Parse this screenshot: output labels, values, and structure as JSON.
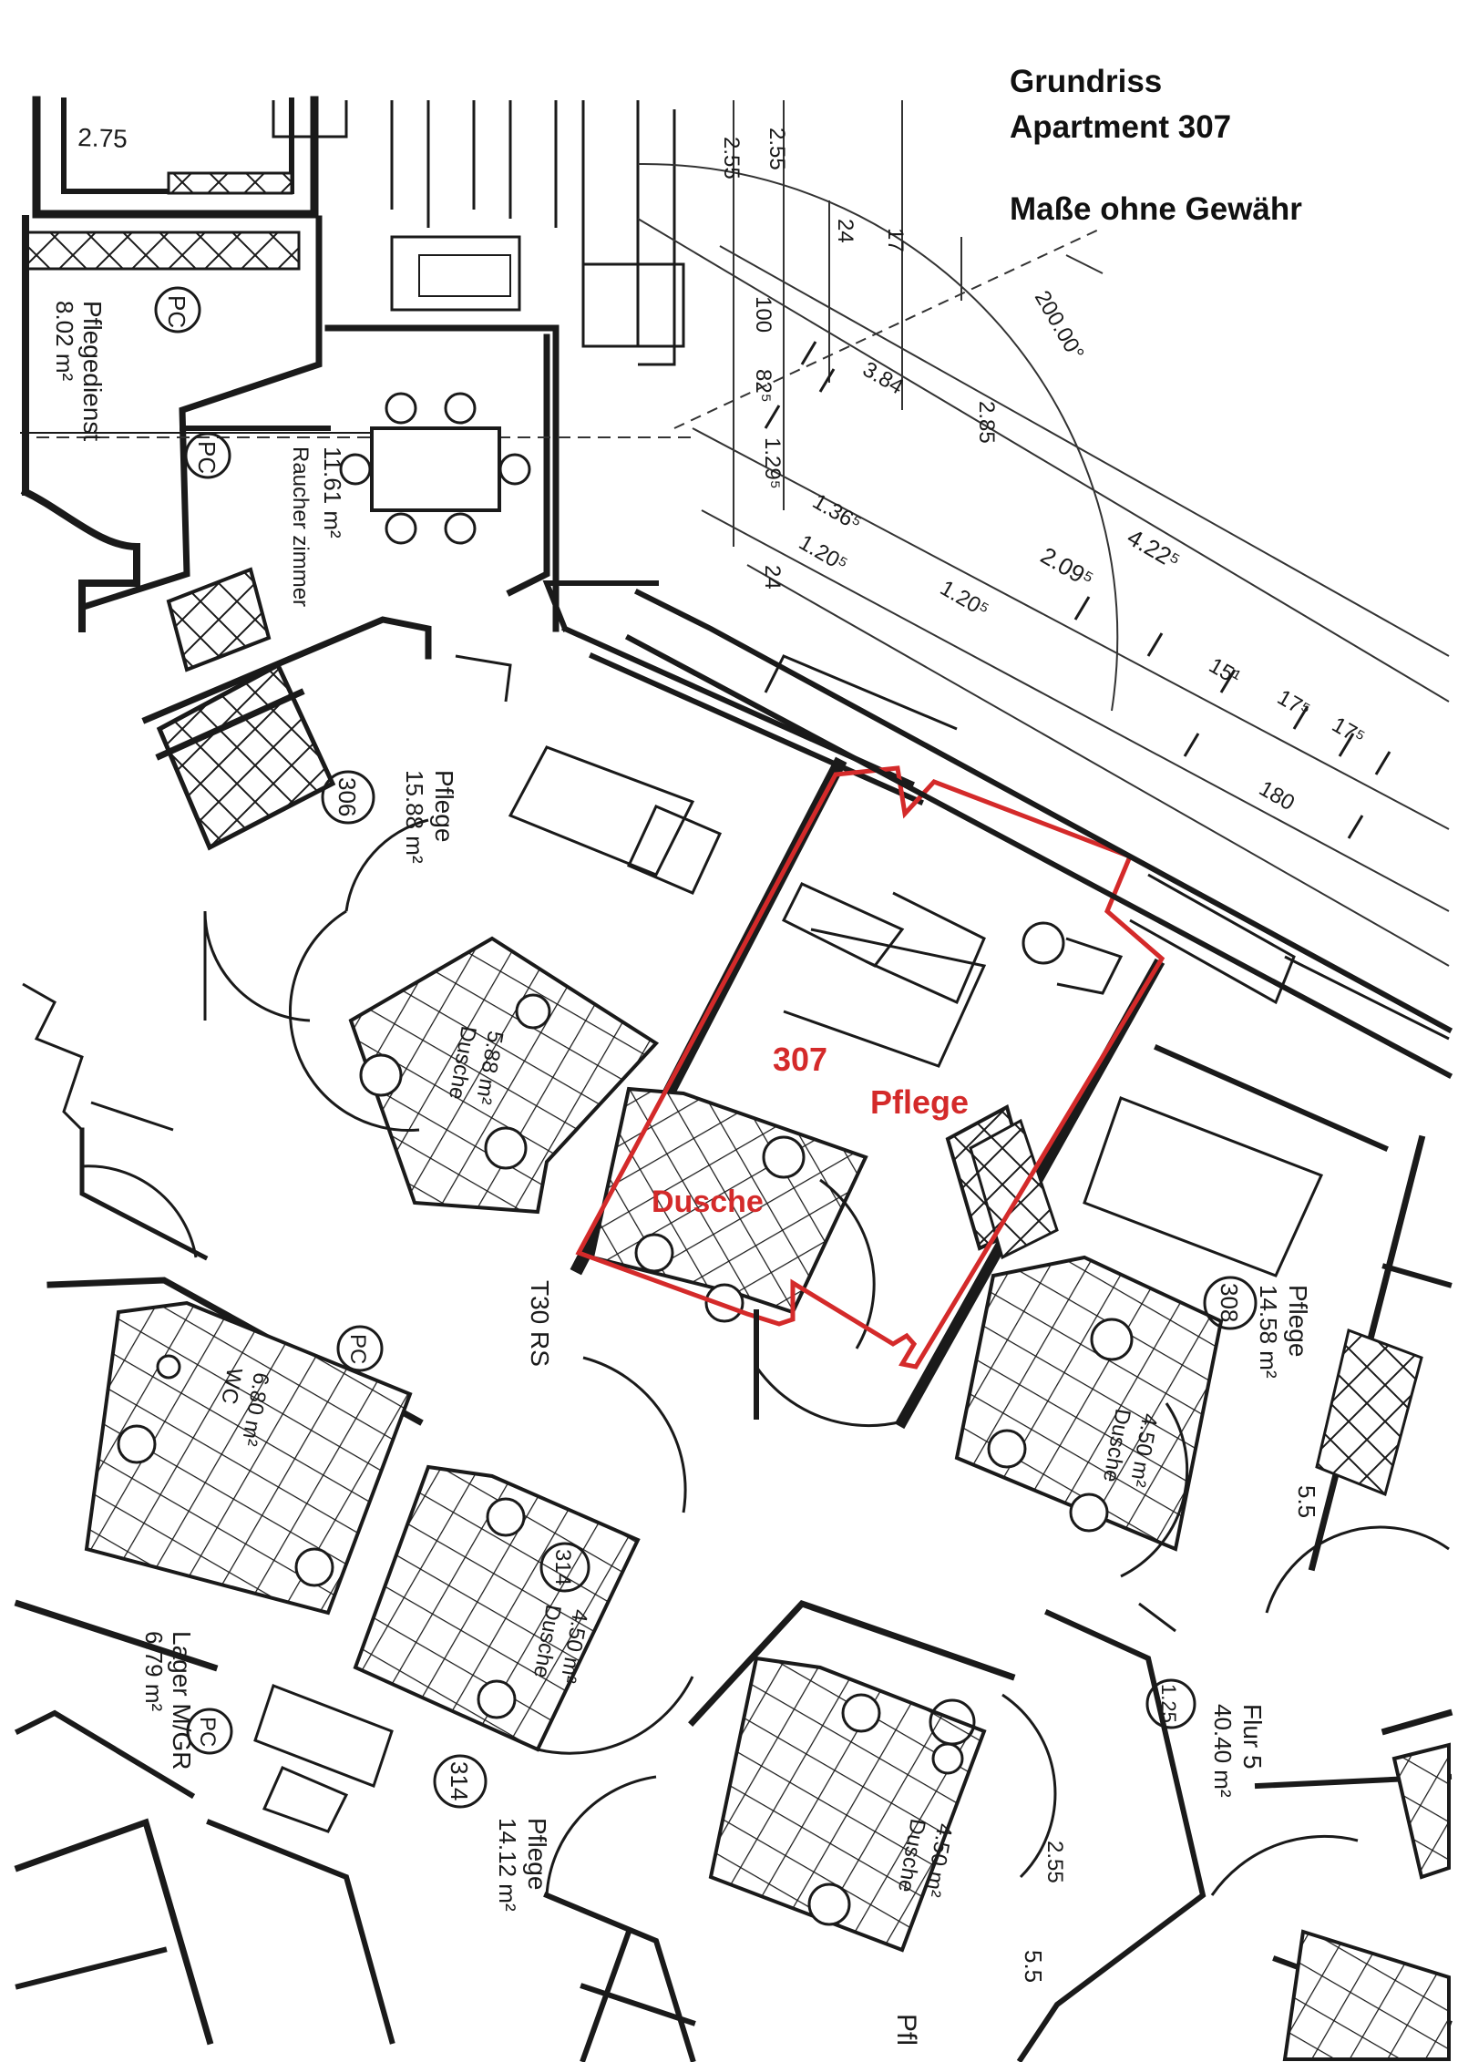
{
  "header": {
    "line1": "Grundriss",
    "line2": "Apartment 307",
    "line3": "Maße ohne Gewähr"
  },
  "highlight": {
    "number": "307",
    "room": "Pflege",
    "bath": "Dusche",
    "color": "#d42a2a"
  },
  "rooms": {
    "pflegedienst": {
      "name": "Pflegedienst",
      "area": "8.02 m²"
    },
    "raucher": {
      "name": "Raucher zimmer",
      "area": "11.61 m²"
    },
    "pflege306": {
      "name": "Pflege",
      "area": "15.88 m²",
      "number": "306"
    },
    "dusche306": {
      "name": "Dusche",
      "area": "5.88 m²"
    },
    "pflege308": {
      "name": "Pflege",
      "area": "14.58 m²",
      "number": "308"
    },
    "dusche308": {
      "name": "Dusche",
      "area": "4.50 m²"
    },
    "wc": {
      "name": "WC",
      "area": "6.80 m²"
    },
    "dusche314": {
      "name": "Dusche",
      "area": "4.50 m²",
      "number": "314"
    },
    "lager": {
      "name": "Lager M/GR",
      "area": "6.79 m²"
    },
    "pflege314": {
      "name": "Pflege",
      "area": "14.12 m²",
      "number": "314"
    },
    "dusche313": {
      "name": "Dusche",
      "area": "4.50 m²"
    },
    "flur": {
      "name": "Flur 5",
      "area": "40.40 m²"
    },
    "pflege_bottom": {
      "name": "Pfl"
    }
  },
  "labels": {
    "door_t30": "T30 RS",
    "pc": "PC",
    "dim_275": "2.75",
    "dim_100": "100",
    "dim_82": "82⁵",
    "dim_129": "1.29⁵",
    "dim_136": "1.36⁵",
    "dim_120": "1.20⁵",
    "dim_384": "3.84",
    "dim_200": "200.00°",
    "dim_285": "2.85",
    "dim_209": "2.09⁵",
    "dim_422": "4.22⁵",
    "dim_151": "15¹",
    "dim_175a": "17⁵",
    "dim_175b": "17⁵",
    "dim_180": "180",
    "dim_125": "1.25",
    "dim_55": "5.5",
    "dim_255": "2.55",
    "dim_24": "24",
    "dim_17": "17",
    "dim_255b": "2.55"
  }
}
